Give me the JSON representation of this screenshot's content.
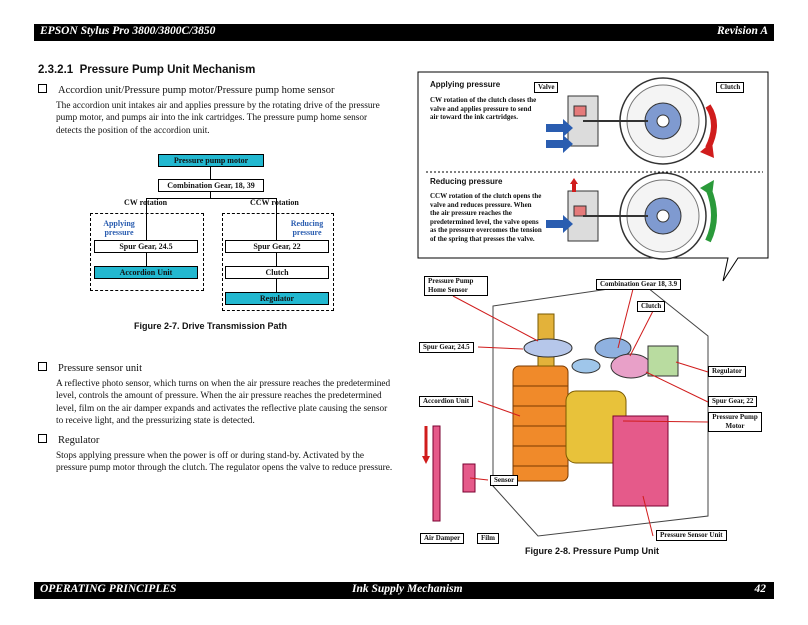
{
  "header": {
    "left": "EPSON Stylus Pro 3800/3800C/3850",
    "right": "Revision A"
  },
  "footer": {
    "left": "OPERATING PRINCIPLES",
    "center": "Ink Supply Mechanism",
    "right": "42"
  },
  "section": {
    "number": "2.3.2.1",
    "title": "Pressure Pump Unit Mechanism"
  },
  "items": [
    {
      "title": "Accordion unit/Pressure pump motor/Pressure pump home sensor",
      "body": "The accordion unit intakes air and applies pressure by the rotating drive of the pressure pump motor, and pumps air into the ink cartridges. The pressure pump home sensor detects the position of the accordion unit."
    },
    {
      "title": "Pressure sensor unit",
      "body": "A reflective photo sensor, which turns on when the air pressure reaches the predetermined level, controls the amount of pressure. When the air pressure reaches the predetermined level, film on the air damper expands and activates the reflective plate causing the sensor to receive light, and the pressurizing state is detected."
    },
    {
      "title": "Regulator",
      "body": "Stops applying pressure when the power is off or during stand-by. Activated by the pressure pump motor through the clutch. The regulator opens the valve to reduce pressure."
    }
  ],
  "flow": {
    "motor": "Pressure pump motor",
    "gear": "Combination Gear, 18, 39",
    "cw": "CW rotation",
    "ccw": "CCW rotation",
    "applying": "Applying pressure",
    "reducing": "Reducing pressure",
    "spur_left": "Spur Gear, 24.5",
    "accordion": "Accordion Unit",
    "spur_right": "Spur Gear, 22",
    "clutch": "Clutch",
    "regulator": "Regulator"
  },
  "fig1_caption": "Figure 2-7.  Drive Transmission Path",
  "fig2_caption": "Figure 2-8.  Pressure Pump Unit",
  "panel": {
    "apply_title": "Applying pressure",
    "apply_text": "CW rotation of the clutch closes the valve and applies pressure to send air toward the ink cartridges.",
    "reduce_title": "Reducing pressure",
    "reduce_text": "CCW rotation of the clutch opens the valve and reduces pressure. When the air pressure reaches the predetermined level, the valve opens as the pressure overcomes the tension of the spring that presses the valve.",
    "valve": "Valve",
    "clutch": "Clutch"
  },
  "callouts": {
    "home_sensor": "Pressure Pump Home Sensor",
    "comb_gear": "Combination Gear 18, 3.9",
    "clutch": "Clutch",
    "spur_left": "Spur Gear, 24.5",
    "regulator": "Regulator",
    "accordion": "Accordion Unit",
    "spur_right": "Spur Gear, 22",
    "motor": "Pressure Pump Motor",
    "sensor": "Sensor",
    "air_damper": "Air Damper",
    "film": "Film",
    "sensor_unit": "Pressure Sensor Unit"
  },
  "colors": {
    "cyan": "#22b8d0",
    "red_arrow": "#d01c1c",
    "blue_arrow": "#2a5db0",
    "green_arrow": "#2a9a3a"
  }
}
